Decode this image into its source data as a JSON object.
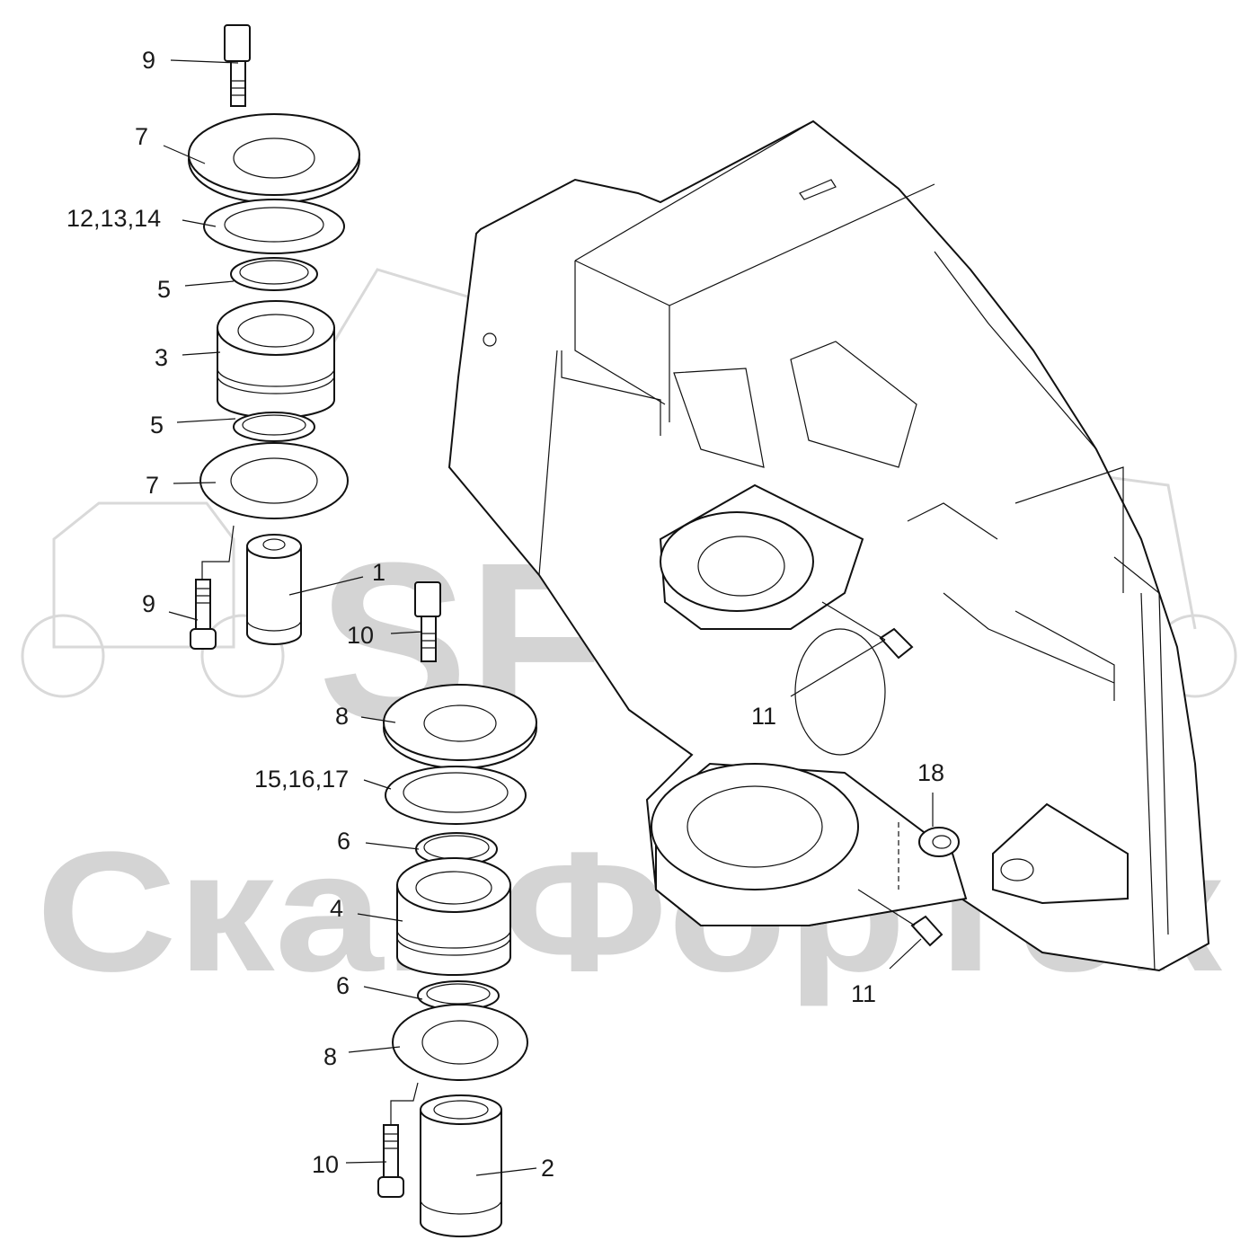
{
  "watermark": {
    "logo_text": "SFT",
    "company_name": "СканФорТек"
  },
  "callouts": [
    {
      "id": "c9a",
      "label": "9"
    },
    {
      "id": "c7a",
      "label": "7"
    },
    {
      "id": "c12",
      "label": "12,13,14"
    },
    {
      "id": "c5a",
      "label": "5"
    },
    {
      "id": "c3",
      "label": "3"
    },
    {
      "id": "c5b",
      "label": "5"
    },
    {
      "id": "c7b",
      "label": "7"
    },
    {
      "id": "c1",
      "label": "1"
    },
    {
      "id": "c9b",
      "label": "9"
    },
    {
      "id": "c10a",
      "label": "10"
    },
    {
      "id": "c8a",
      "label": "8"
    },
    {
      "id": "c15",
      "label": "15,16,17"
    },
    {
      "id": "c6a",
      "label": "6"
    },
    {
      "id": "c4",
      "label": "4"
    },
    {
      "id": "c6b",
      "label": "6"
    },
    {
      "id": "c8b",
      "label": "8"
    },
    {
      "id": "c10b",
      "label": "10"
    },
    {
      "id": "c2",
      "label": "2"
    },
    {
      "id": "c11a",
      "label": "11"
    },
    {
      "id": "c18",
      "label": "18"
    },
    {
      "id": "c11b",
      "label": "11"
    }
  ],
  "colors": {
    "line": "#111111",
    "watermark": "#d4d4d4",
    "background": "#ffffff"
  }
}
